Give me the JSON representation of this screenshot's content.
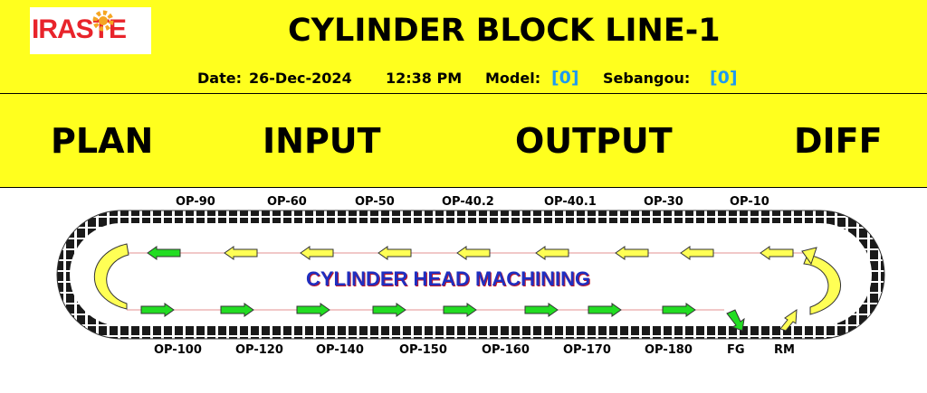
{
  "header": {
    "logo_text": "IRASTE",
    "title": "CYLINDER BLOCK LINE-1",
    "date_label": "Date:",
    "date_value": "26-Dec-2024",
    "time_value": "12:38 PM",
    "model_label": "Model:",
    "model_value": "[0]",
    "sebangou_label": "Sebangou:",
    "sebangou_value": "[0]"
  },
  "kpis": {
    "plan": "PLAN",
    "input": "INPUT",
    "output": "OUTPUT",
    "diff": "DIFF"
  },
  "line": {
    "center_label": "CYLINDER HEAD MACHINING",
    "top_ops": [
      "OP-90",
      "OP-60",
      "OP-50",
      "OP-40.2",
      "OP-40.1",
      "OP-30",
      "OP-10"
    ],
    "bottom_ops": [
      "OP-100",
      "OP-120",
      "OP-140",
      "OP-150",
      "OP-160",
      "OP-170",
      "OP-180",
      "FG",
      "RM"
    ]
  },
  "colors": {
    "header_bg": "#ffff1e",
    "value_blue": "#1e9af0",
    "arrow_green": "#22dd22",
    "arrow_yellow": "#ffff55"
  }
}
